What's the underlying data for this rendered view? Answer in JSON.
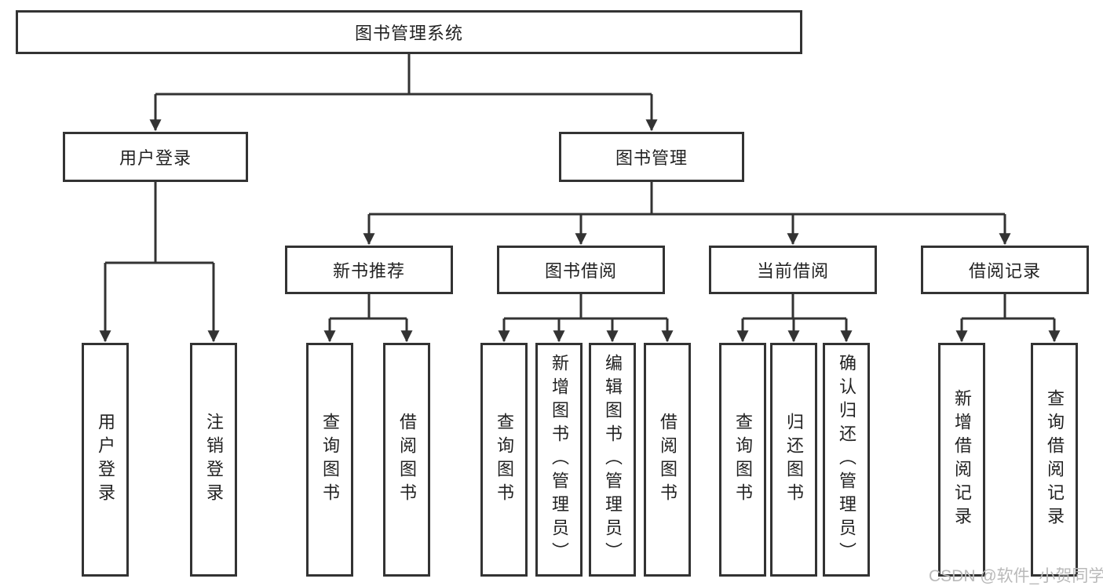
{
  "nodes": {
    "root": "图书管理系统",
    "user_login": "用户登录",
    "book_mgmt": "图书管理",
    "new_book_rec": "新书推荐",
    "book_borrow": "图书借阅",
    "current_borrow": "当前借阅",
    "borrow_records": "借阅记录",
    "leaf_user_login": "用户登录",
    "leaf_logout": "注销登录",
    "nb_query_books": "查询图书",
    "nb_borrow_books": "借阅图书",
    "bb_query_books": "查询图书",
    "bb_add_books": "新增图书（管理员）",
    "bb_edit_books": "编辑图书（管理员）",
    "bb_borrow_books": "借阅图书",
    "cb_query_books": "查询图书",
    "cb_return_books": "归还图书",
    "cb_confirm_return": "确认归还（管理员）",
    "br_add_record": "新增借阅记录",
    "br_query_record": "查询借阅记录"
  },
  "watermark": {
    "text": "CSDN @软件_小贺同学"
  },
  "colors": {
    "line": "#333333",
    "text": "#222222",
    "background": "#ffffff",
    "watermark": "#b9b9b9"
  }
}
